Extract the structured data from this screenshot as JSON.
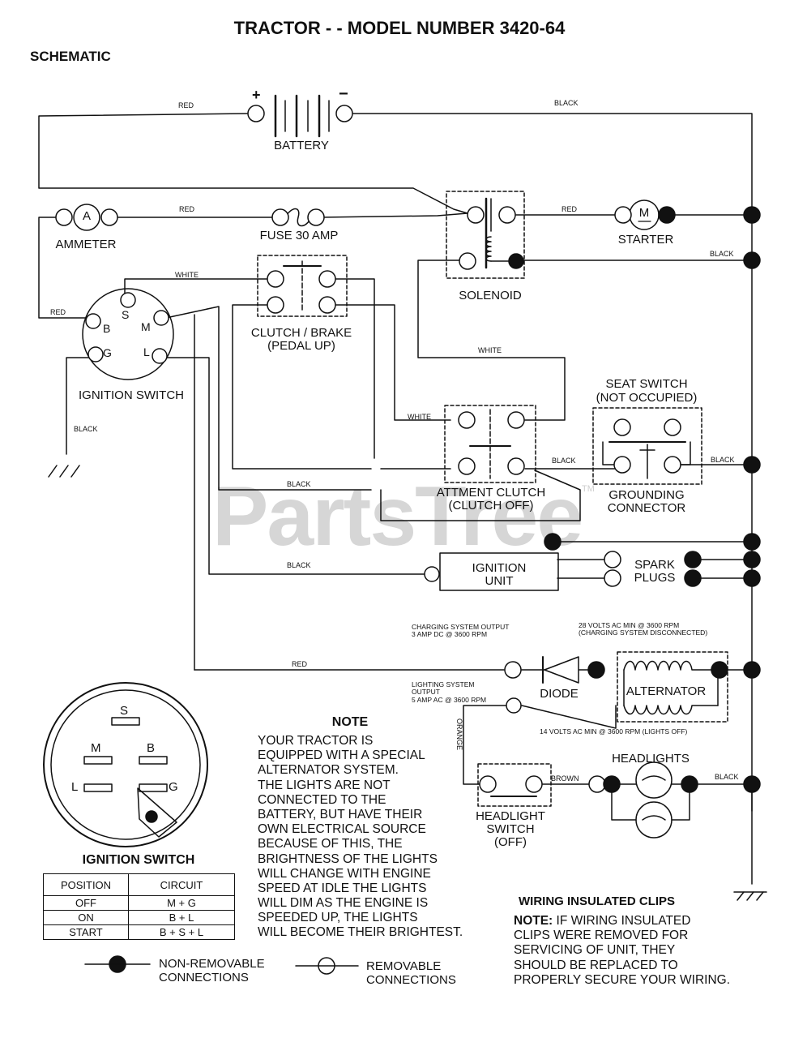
{
  "title": "TRACTOR - - MODEL NUMBER 3420-64",
  "subtitle": "SCHEMATIC",
  "watermark": "PartsTree",
  "watermark_tm": "TM",
  "components": {
    "battery": "BATTERY",
    "battery_pos": "+",
    "battery_neg": "−",
    "ammeter": "AMMETER",
    "ammeter_symbol": "A",
    "fuse": "FUSE 30 AMP",
    "starter": "STARTER",
    "starter_symbol": "M",
    "solenoid": "SOLENOID",
    "clutch_brake_1": "CLUTCH / BRAKE",
    "clutch_brake_2": "(PEDAL UP)",
    "ignition_switch": "IGNITION SWITCH",
    "seat_switch_1": "SEAT SWITCH",
    "seat_switch_2": "(NOT OCCUPIED)",
    "attment_clutch_1": "ATTMENT CLUTCH",
    "attment_clutch_2": "(CLUTCH OFF)",
    "grounding_connector_1": "GROUNDING",
    "grounding_connector_2": "CONNECTOR",
    "ignition_unit_1": "IGNITION",
    "ignition_unit_2": "UNIT",
    "spark_plugs_1": "SPARK",
    "spark_plugs_2": "PLUGS",
    "diode": "DIODE",
    "alternator": "ALTERNATOR",
    "headlights": "HEADLIGHTS",
    "headlight_switch_1": "HEADLIGHT",
    "headlight_switch_2": "SWITCH",
    "headlight_switch_3": "(OFF)"
  },
  "terminals": {
    "s": "S",
    "b": "B",
    "m": "M",
    "g": "G",
    "l": "L"
  },
  "wires": {
    "red": "RED",
    "black": "BLACK",
    "white": "WHITE",
    "orange": "ORANGE",
    "brown": "BROWN"
  },
  "specs": {
    "charging_output_1": "CHARGING SYSTEM OUTPUT",
    "charging_output_2": "3 AMP DC @ 3600 RPM",
    "alt_voltage_1": "28 VOLTS AC MIN @ 3600 RPM",
    "alt_voltage_2": "(CHARGING SYSTEM DISCONNECTED)",
    "lighting_output_1": "LIGHTING SYSTEM",
    "lighting_output_2": "OUTPUT",
    "lighting_output_3": "5 AMP AC @ 3600 RPM",
    "lights_voltage": "14 VOLTS AC MIN @ 3600 RPM (LIGHTS OFF)"
  },
  "ignition_detail": {
    "title": "IGNITION SWITCH",
    "table_headers": [
      "POSITION",
      "CIRCUIT"
    ],
    "table_rows": [
      [
        "OFF",
        "M + G"
      ],
      [
        "ON",
        "B + L"
      ],
      [
        "START",
        "B + S + L"
      ]
    ]
  },
  "note": {
    "heading": "NOTE",
    "lines": [
      "YOUR TRACTOR IS",
      "EQUIPPED WITH A SPECIAL",
      "ALTERNATOR SYSTEM.",
      "THE LIGHTS ARE NOT",
      "CONNECTED TO THE",
      "BATTERY, BUT HAVE THEIR",
      "OWN ELECTRICAL SOURCE",
      "BECAUSE OF THIS, THE",
      "BRIGHTNESS OF THE LIGHTS",
      "WILL CHANGE WITH ENGINE",
      "SPEED   AT IDLE THE LIGHTS",
      "WILL DIM   AS THE ENGINE IS",
      "SPEEDED UP, THE LIGHTS",
      "WILL BECOME THEIR BRIGHTEST."
    ]
  },
  "clips": {
    "heading": "WIRING INSULATED CLIPS",
    "note_label": "NOTE:",
    "lines": [
      "IF WIRING INSULATED",
      "CLIPS WERE REMOVED FOR",
      "SERVICING OF UNIT, THEY",
      "SHOULD BE REPLACED TO",
      "PROPERLY SECURE YOUR WIRING."
    ]
  },
  "legend": {
    "non_removable_1": "NON-REMOVABLE",
    "non_removable_2": "CONNECTIONS",
    "removable_1": "REMOVABLE",
    "removable_2": "CONNECTIONS"
  }
}
